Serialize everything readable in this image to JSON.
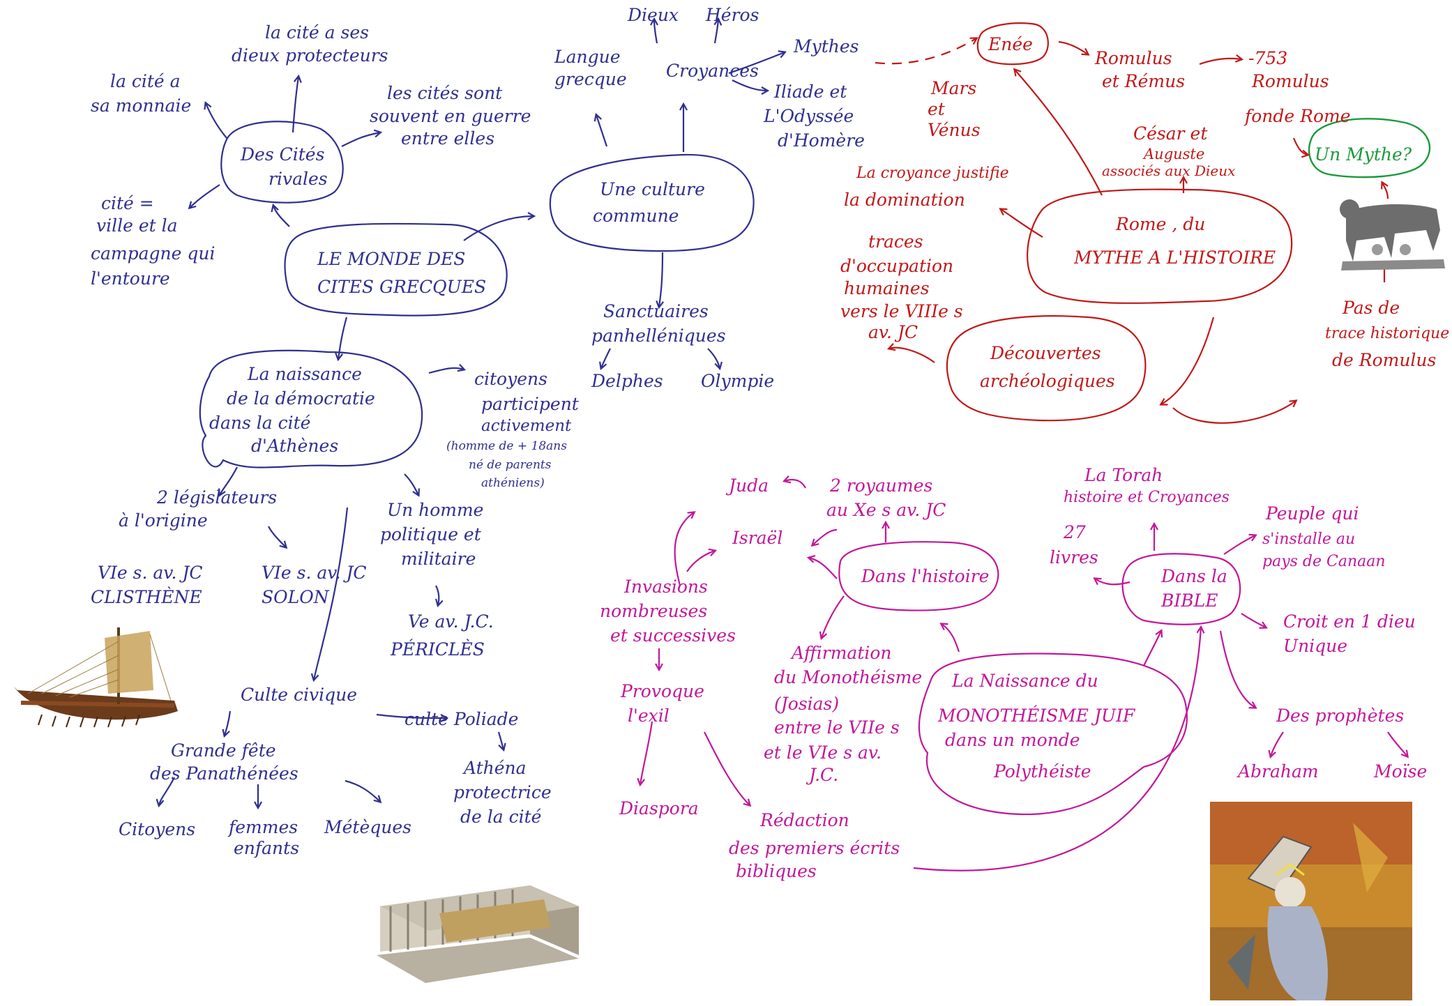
{
  "colors": {
    "greek": "#2e2f8f",
    "rome": "#c21818",
    "judaism": "#c2179a",
    "myth_box": "#1a9a3a"
  },
  "greek": {
    "center": [
      "LE MONDE DES",
      "CITES GRECQUES"
    ],
    "rivals": [
      "Des Cités",
      "rivales"
    ],
    "gods": [
      "la cité a ses",
      "dieux protecteurs"
    ],
    "money": [
      "la cité a",
      "sa monnaie"
    ],
    "war": [
      "les cités sont",
      "souvent en guerre",
      "entre elles"
    ],
    "city_def": [
      "cité =",
      "ville et la",
      "campagne qui",
      "l'entoure"
    ],
    "culture": [
      "Une culture",
      "commune"
    ],
    "language": [
      "Langue",
      "grecque"
    ],
    "beliefs": "Croyances",
    "dieux": "Dieux",
    "heros": "Héros",
    "mythes": "Mythes",
    "iliade": [
      "Iliade et",
      "L'Odyssée",
      "d'Homère"
    ],
    "sanctuaries": [
      "Sanctuaires",
      "panhelléniques"
    ],
    "delphes": "Delphes",
    "olympie": "Olympie",
    "democracy": [
      "La naissance",
      "de la démocratie",
      "dans la cité",
      "d'Athènes"
    ],
    "citizens": [
      "citoyens",
      "participent",
      "activement",
      "(homme de + 18ans",
      "né de parents",
      "athéniens)"
    ],
    "legislators": [
      "2 législateurs",
      "à l'origine"
    ],
    "clisthene": [
      "VIe s. av. JC",
      "CLISTHÈNE"
    ],
    "solon": [
      "VIe s. av. JC",
      "SOLON"
    ],
    "politician": [
      "Un homme",
      "politique et",
      "militaire"
    ],
    "pericles": [
      "Ve av. J.C.",
      "PÉRICLÈS"
    ],
    "civic_cult": "Culte civique",
    "poliad_cult": "culte Poliade",
    "panathenaea": [
      "Grande fête",
      "des Panathénées"
    ],
    "athena": [
      "Athéna",
      "protectrice",
      "de la cité"
    ],
    "citoyens": "Citoyens",
    "femmes": [
      "femmes",
      "enfants"
    ],
    "meteques": "Métèques"
  },
  "rome": {
    "center": [
      "Rome , du",
      "MYTHE  A  L'HISTOIRE"
    ],
    "enee": "Enée",
    "mars": [
      "Mars",
      "et",
      "Vénus"
    ],
    "romulus_remus": [
      "Romulus",
      "et Rémus"
    ],
    "date": "-753",
    "founds": [
      "Romulus",
      "fonde Rome"
    ],
    "myth": "Un Mythe?",
    "cesar": [
      "César et",
      "Auguste",
      "associés aux Dieux"
    ],
    "belief": [
      "La croyance justifie",
      "la domination"
    ],
    "traces": [
      "traces",
      "d'occupation",
      "humaines",
      "vers le VIIIe s",
      "av. JC"
    ],
    "archeo": [
      "Découvertes",
      "archéologiques"
    ],
    "no_trace": [
      "Pas de",
      "trace historique",
      "de Romulus"
    ]
  },
  "judaism": {
    "center": [
      "La Naissance du",
      "MONOTHÉISME  JUIF",
      "dans un monde",
      "Polythéiste"
    ],
    "history": "Dans l'histoire",
    "kingdoms": [
      "2 royaumes",
      "au Xe s av. JC"
    ],
    "juda": "Juda",
    "israel": "Israël",
    "invasions": [
      "Invasions",
      "nombreuses",
      "et successives"
    ],
    "exile": [
      "Provoque",
      "l'exil"
    ],
    "diaspora": "Diaspora",
    "writing": [
      "Rédaction",
      "des premiers écrits",
      "bibliques"
    ],
    "affirmation": [
      "Affirmation",
      "du Monothéisme",
      "(Josias)",
      "entre le VIIe s",
      "et le VIe s av.",
      "J.C."
    ],
    "bible": [
      "Dans la",
      "BIBLE"
    ],
    "torah": [
      "La Torah",
      "histoire et Croyances"
    ],
    "books": [
      "27",
      "livres"
    ],
    "people": [
      "Peuple qui",
      "s'installe au",
      "pays de Canaan"
    ],
    "god": [
      "Croit en 1 dieu",
      "Unique"
    ],
    "prophets": "Des prophètes",
    "abraham": "Abraham",
    "moise": "Moïse"
  }
}
